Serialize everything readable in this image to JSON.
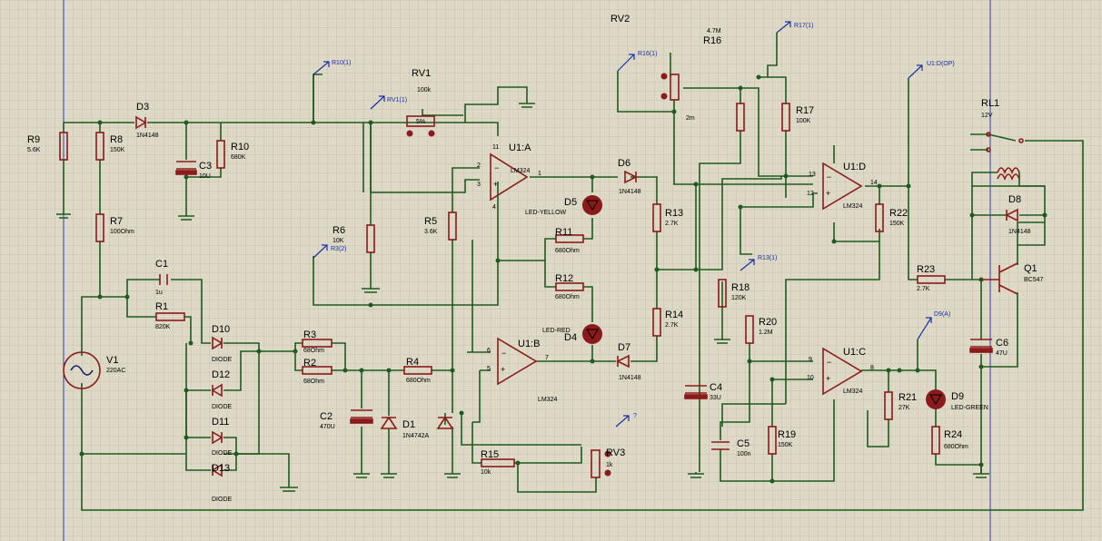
{
  "colors": {
    "background": "#ddd9c6",
    "grid": "#c6c2ad",
    "wire": "#1f5a1f",
    "component": "#8b1a1a",
    "probe": "#1b2fa8",
    "margin_line": "#2b3ea8"
  },
  "labels": [
    {
      "id": "rv2",
      "ref": "RV2",
      "val": ""
    },
    {
      "id": "r16",
      "ref": "R16",
      "val": "4.7M"
    },
    {
      "id": "rv1",
      "ref": "RV1",
      "val": "100k"
    },
    {
      "id": "r9",
      "ref": "R9",
      "val": "5.6K"
    },
    {
      "id": "r8",
      "ref": "R8",
      "val": "150K"
    },
    {
      "id": "d3",
      "ref": "D3",
      "val": "1N4148"
    },
    {
      "id": "r10",
      "ref": "R10",
      "val": "680K"
    },
    {
      "id": "c3",
      "ref": "C3",
      "val": "10U"
    },
    {
      "id": "r7",
      "ref": "R7",
      "val": "100Ohm"
    },
    {
      "id": "c1",
      "ref": "C1",
      "val": "1u"
    },
    {
      "id": "r1",
      "ref": "R1",
      "val": "820K"
    },
    {
      "id": "v1",
      "ref": "V1",
      "val": "220AC"
    },
    {
      "id": "d10",
      "ref": "D10",
      "val": "DIODE"
    },
    {
      "id": "d12",
      "ref": "D12",
      "val": "DIODE"
    },
    {
      "id": "d11",
      "ref": "D11",
      "val": "DIODE"
    },
    {
      "id": "d13",
      "ref": "D13",
      "val": "DIODE"
    },
    {
      "id": "r6",
      "ref": "R6",
      "val": "10K"
    },
    {
      "id": "r5",
      "ref": "R5",
      "val": "3.6K"
    },
    {
      "id": "r3",
      "ref": "R3",
      "val": "68Ohm"
    },
    {
      "id": "r2",
      "ref": "R2",
      "val": "68Ohm"
    },
    {
      "id": "r4",
      "ref": "R4",
      "val": "680Ohm"
    },
    {
      "id": "c2",
      "ref": "C2",
      "val": "470U"
    },
    {
      "id": "d1",
      "ref": "D1",
      "val": "1N4742A"
    },
    {
      "id": "r15",
      "ref": "R15",
      "val": "10k"
    },
    {
      "id": "rv3",
      "ref": "RV3",
      "val": "1k"
    },
    {
      "id": "u1a",
      "ref": "U1:A",
      "val": "LM324"
    },
    {
      "id": "u1b",
      "ref": "U1:B",
      "val": "LM324"
    },
    {
      "id": "d5",
      "ref": "D5",
      "val": "LED-YELLOW"
    },
    {
      "id": "d4",
      "ref": "D4",
      "val": "LED-RED"
    },
    {
      "id": "d6",
      "ref": "D6",
      "val": "1N4148"
    },
    {
      "id": "d7",
      "ref": "D7",
      "val": "1N4148"
    },
    {
      "id": "r11",
      "ref": "R11",
      "val": "680Ohm"
    },
    {
      "id": "r12",
      "ref": "R12",
      "val": "680Ohm"
    },
    {
      "id": "r13",
      "ref": "R13",
      "val": "2.7K"
    },
    {
      "id": "r14",
      "ref": "R14",
      "val": "2.7K"
    },
    {
      "id": "c4",
      "ref": "C4",
      "val": "33U"
    },
    {
      "id": "r17",
      "ref": "R17",
      "val": "100K"
    },
    {
      "id": "r18",
      "ref": "R18",
      "val": "120K"
    },
    {
      "id": "r20",
      "ref": "R20",
      "val": "1.2M"
    },
    {
      "id": "c5",
      "ref": "C5",
      "val": "100n"
    },
    {
      "id": "r19",
      "ref": "R19",
      "val": "150K"
    },
    {
      "id": "u1d",
      "ref": "U1:D",
      "val": "LM324"
    },
    {
      "id": "u1c",
      "ref": "U1:C",
      "val": "LM324"
    },
    {
      "id": "r22",
      "ref": "R22",
      "val": "150K"
    },
    {
      "id": "r21",
      "ref": "R21",
      "val": "27K"
    },
    {
      "id": "d9",
      "ref": "D9",
      "val": "LED-GREEN"
    },
    {
      "id": "r24",
      "ref": "R24",
      "val": "680Ohm"
    },
    {
      "id": "r23",
      "ref": "R23",
      "val": "2.7K"
    },
    {
      "id": "q1",
      "ref": "Q1",
      "val": "BC547"
    },
    {
      "id": "c6",
      "ref": "C6",
      "val": "47U"
    },
    {
      "id": "d8",
      "ref": "D8",
      "val": "1N4148"
    },
    {
      "id": "rl1",
      "ref": "RL1",
      "val": "12V"
    }
  ],
  "probes": [
    "R10(1)",
    "RV1(1)",
    "R3(2)",
    "R16(1)",
    "R17(1)",
    "U1:D(OP)",
    "R13(1)",
    "D9(A)",
    "?"
  ],
  "rv2_wiper_value": "2m",
  "rv1_wiper_value": "5%",
  "pin_numbers": [
    "1",
    "2",
    "3",
    "4",
    "5",
    "6",
    "7",
    "8",
    "9",
    "10",
    "11",
    "12",
    "13",
    "14"
  ]
}
